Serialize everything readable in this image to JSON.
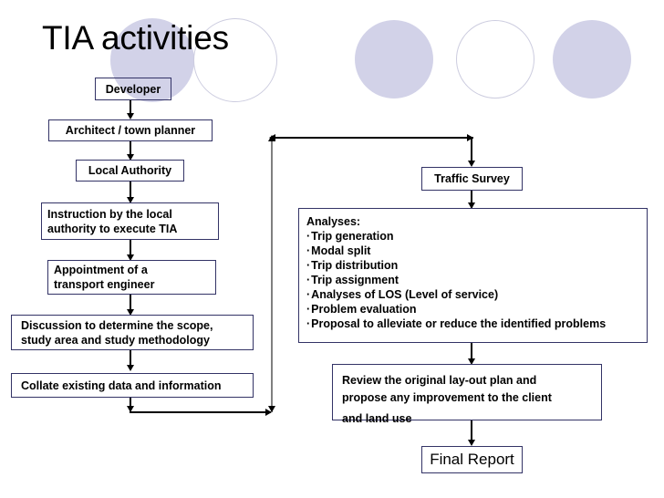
{
  "slide": {
    "title": "TIA activities",
    "background_color": "#ffffff",
    "box_border_color": "#333366",
    "connector_color": "#000000",
    "grey_connector_color": "#808080",
    "decor_circle_color": "#d2d2e8",
    "decor_circle_outline_color": "#ccccdf"
  },
  "nodes": {
    "developer": "Developer",
    "architect": "Architect / town planner",
    "local_authority": "Local Authority",
    "instruction_line1": "Instruction by the local",
    "instruction_line2": "authority to execute TIA",
    "appointment_line1": "Appointment of a",
    "appointment_line2": "transport engineer",
    "discussion_line1": "Discussion to determine the scope,",
    "discussion_line2": "study area and study methodology",
    "collate": "Collate existing data and information",
    "traffic_survey": "Traffic Survey",
    "final_report": "Final Report"
  },
  "analyses": {
    "heading": "Analyses:",
    "items": [
      "Trip generation",
      "Modal split",
      "Trip distribution",
      "Trip assignment",
      "Analyses of LOS (Level of service)",
      "Problem evaluation",
      "Proposal to alleviate or reduce the identified problems"
    ]
  },
  "review": {
    "line1": "Review the original lay-out plan and",
    "line2": "propose any improvement to the client",
    "line3": "and land use"
  }
}
